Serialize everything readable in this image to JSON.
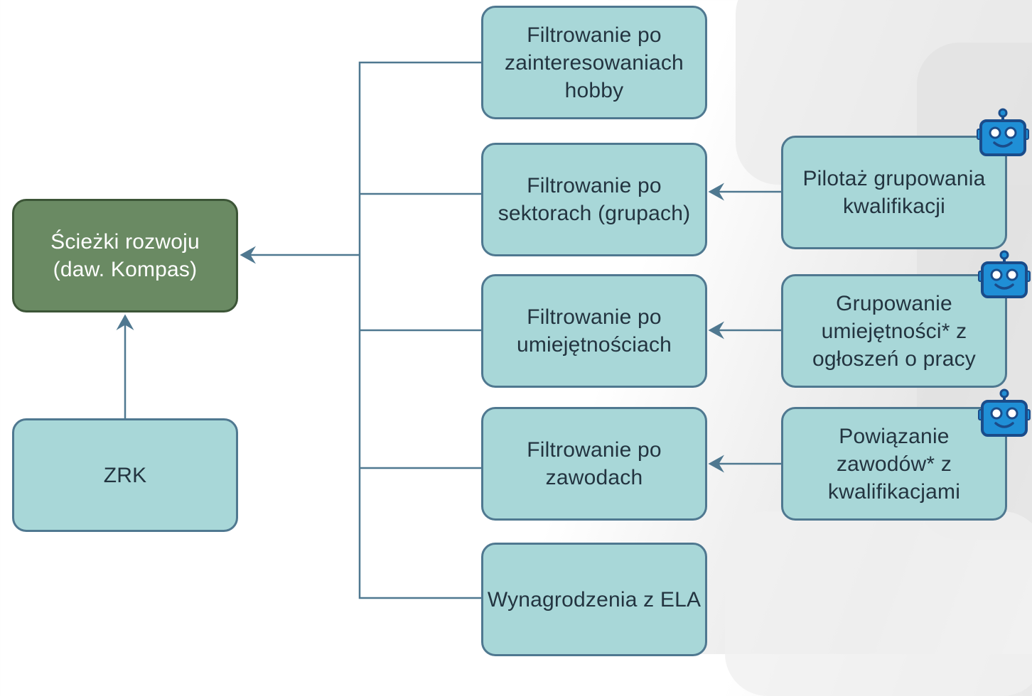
{
  "diagram": {
    "main_node": {
      "label": "Ścieżki rozwoju\n(daw. Kompas)"
    },
    "source_node": {
      "label": "ZRK"
    },
    "filter_nodes": [
      {
        "label": "Filtrowanie po\nzainteresowaniach\nhobby"
      },
      {
        "label": "Filtrowanie po\nsektorach (grupach)"
      },
      {
        "label": "Filtrowanie po\numiejętnościach"
      },
      {
        "label": "Filtrowanie po\nzawodach"
      },
      {
        "label": "Wynagrodzenia z ELA"
      }
    ],
    "ai_nodes": [
      {
        "label": "Pilotaż grupowania\nkwalifikacji",
        "icon": "robot-icon"
      },
      {
        "label": "Grupowanie\numiejętności* z\nogłoszeń o pracy",
        "icon": "robot-icon"
      },
      {
        "label": "Powiązanie\nzawodów* z\nkwalifikacjami",
        "icon": "robot-icon"
      }
    ]
  },
  "colors": {
    "box_fill": "#a8d7d8",
    "box_border": "#4f7890",
    "main_fill": "#6a8a63",
    "connector": "#4f7890",
    "robot_blue": "#1f8fd6"
  }
}
